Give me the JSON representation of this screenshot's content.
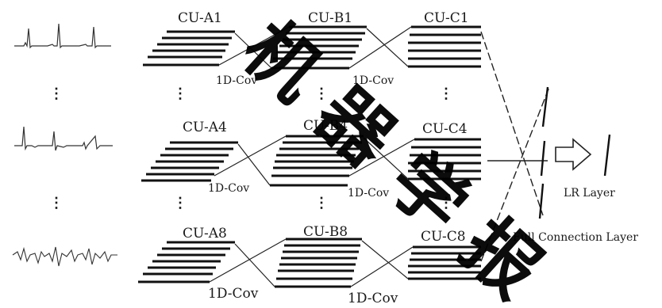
{
  "rows": [
    {
      "a_label": "CU-A1",
      "b_label": "CU-B1",
      "c_label": "CU-C1",
      "cov_ab": "1D-Cov",
      "cov_bc": "1D-Cov"
    },
    {
      "a_label": "CU-A4",
      "b_label": "CU-B4",
      "c_label": "CU-C4",
      "cov_ab": "1D-Cov",
      "cov_bc": "1D-Cov"
    },
    {
      "a_label": "CU-A8",
      "b_label": "CU-B8",
      "c_label": "CU-C8",
      "cov_ab": "1D-Cov",
      "cov_bc": "1D-Cov"
    }
  ],
  "ellipsis": "⋮",
  "fc_layer": "Full Connection Layer",
  "lr_layer": "LR Layer",
  "watermark": "机 器 学 报",
  "colors": {
    "stroke": "#111111",
    "text": "#1a1a1a",
    "watermark": "#000000"
  }
}
